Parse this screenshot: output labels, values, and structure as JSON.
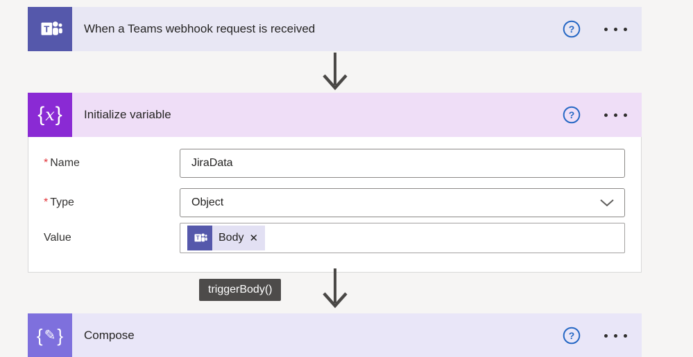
{
  "cards": {
    "trigger": {
      "title": "When a Teams webhook request is received"
    },
    "initialize": {
      "title": "Initialize variable",
      "fields": {
        "name": {
          "label": "Name",
          "required_marker": "*",
          "value": "JiraData"
        },
        "type": {
          "label": "Type",
          "required_marker": "*",
          "value": "Object"
        },
        "value": {
          "label": "Value",
          "chip_label": "Body"
        }
      }
    },
    "compose": {
      "title": "Compose"
    }
  },
  "tooltip": {
    "text": "triggerBody()"
  },
  "icons": {
    "brace_open": "{",
    "brace_close": "}",
    "x_glyph": "x",
    "pencil_glyph": "✎",
    "close_glyph": "✕",
    "teams_letter": "T"
  },
  "colors": {
    "teams_purple": "#5558ab",
    "variable_purple": "#8a2ad4",
    "compose_purple": "#7e70dd",
    "trigger_header_bg": "#e8e7f4",
    "initialize_header_bg": "#efdef7",
    "compose_header_bg": "#e9e6f8",
    "help_blue": "#2567c4",
    "tooltip_bg": "#4d4b4a",
    "required_red": "#e13238",
    "chip_bg": "#e2e0f3"
  }
}
